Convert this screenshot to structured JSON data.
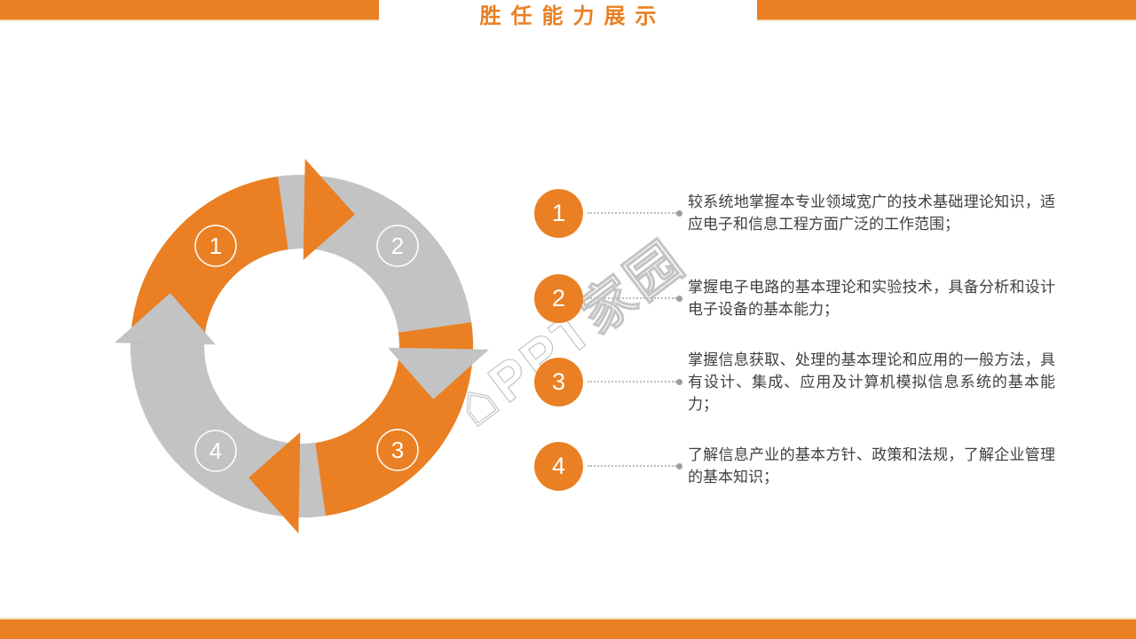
{
  "page": {
    "title": "胜任能力展示",
    "watermark_icon": "⌂",
    "watermark": "PPT家园"
  },
  "colors": {
    "orange": "#EA8023",
    "gray": "#C3C3C3",
    "bar_edge": "#F5E0BD",
    "text": "#3F3F3F",
    "connector_dot": "#9E9E9E"
  },
  "diagram": {
    "type": "cycle",
    "segments": [
      {
        "num": "1",
        "color": "orange"
      },
      {
        "num": "2",
        "color": "gray"
      },
      {
        "num": "3",
        "color": "orange"
      },
      {
        "num": "4",
        "color": "gray"
      }
    ]
  },
  "items": [
    {
      "num": "1",
      "text": "较系统地掌握本专业领域宽广的技术基础理论知识，适应电子和信息工程方面广泛的工作范围；"
    },
    {
      "num": "2",
      "text": "掌握电子电路的基本理论和实验技术，具备分析和设计电子设备的基本能力；"
    },
    {
      "num": "3",
      "text": "掌握信息获取、处理的基本理论和应用的一般方法，具有设计、集成、应用及计算机模拟信息系统的基本能力；"
    },
    {
      "num": "4",
      "text": "了解信息产业的基本方针、政策和法规，了解企业管理的基本知识；"
    }
  ]
}
